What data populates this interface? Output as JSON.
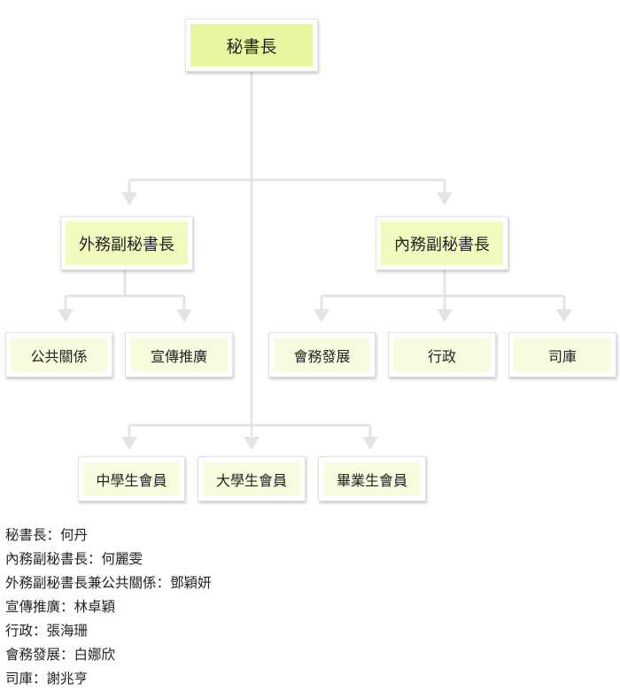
{
  "org_chart": {
    "root": "秘書長",
    "deputies": {
      "external": {
        "title": "外務副秘書長",
        "children": [
          "公共關係",
          "宣傳推廣"
        ]
      },
      "internal": {
        "title": "內務副秘書長",
        "children": [
          "會務發展",
          "行政",
          "司庫"
        ]
      }
    },
    "members": [
      "中學生會員",
      "大學生會員",
      "畢業生會員"
    ]
  },
  "roster": [
    "秘書長：何丹",
    "內務副秘書長：何麗雯",
    "外務副秘書長兼公共關係：鄧穎妍",
    "宣傳推廣：林卓穎",
    "行政：張海珊",
    "會務發展：白娜欣",
    "司庫：謝兆亨"
  ],
  "colors": {
    "connector": "#e4e4e4",
    "root_fill": "#e6f7a0",
    "deputy_fill": "#f0fbc0",
    "leaf_fill": "#f8fde0"
  }
}
